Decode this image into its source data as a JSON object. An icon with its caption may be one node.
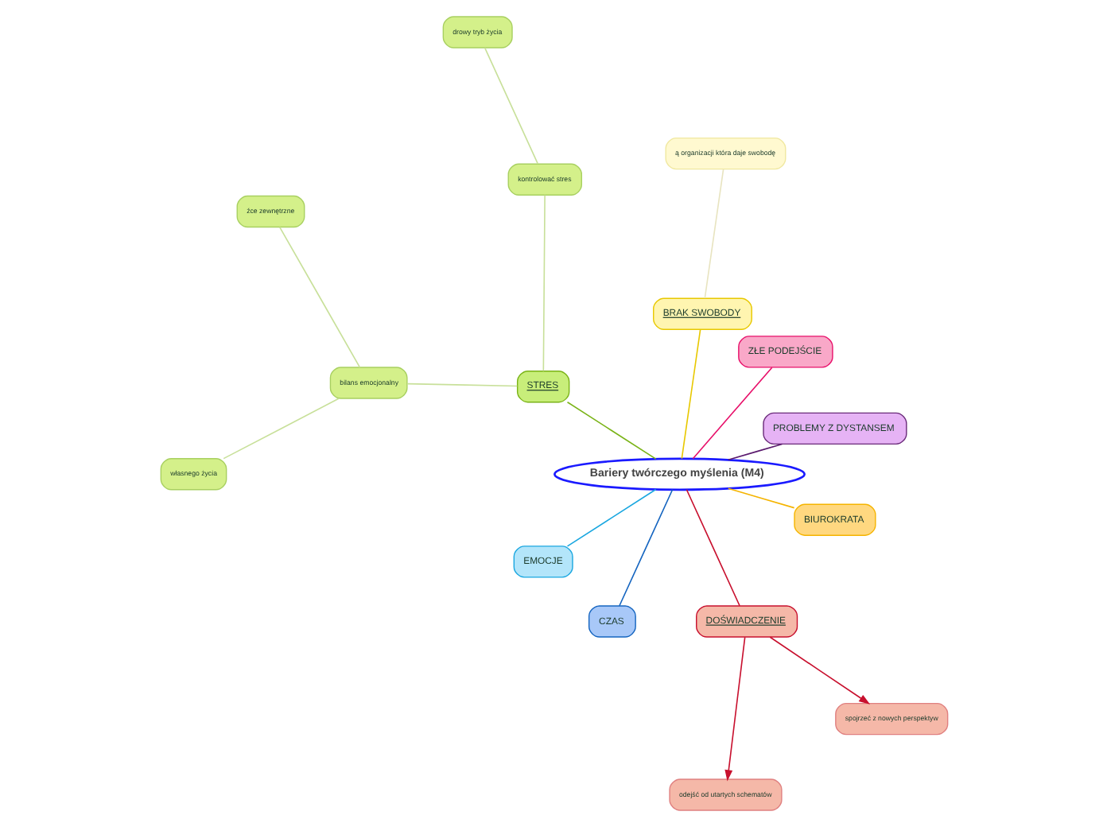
{
  "diagram": {
    "nodes": [
      {
        "text": [
          "Bariery twórczego myślenia (M4)"
        ]
      },
      {
        "text": [
          "PROBLEMY Z DYSTANSEM"
        ]
      },
      {
        "text": [
          "ZŁE PODEJŚCIE"
        ]
      },
      {
        "text": [
          "BRAK SWOBODY"
        ]
      },
      {
        "text": [
          "ą organizacji która daje swobodę"
        ]
      },
      {
        "text": [
          "STRES"
        ]
      },
      {
        "text": [
          "kontrolować stres"
        ]
      },
      {
        "text": [
          "drowy tryb życia"
        ]
      },
      {
        "text": [
          "bilans emocjonalny"
        ]
      },
      {
        "text": [
          "źce zewnętrzne"
        ]
      },
      {
        "text": [
          "własnego życia"
        ]
      },
      {
        "text": [
          "EMOCJE"
        ]
      },
      {
        "text": [
          "CZAS"
        ]
      },
      {
        "text": [
          "DOŚWIADCZENIE"
        ]
      },
      {
        "text": [
          "odejść od utartych schematów"
        ]
      },
      {
        "text": [
          "spojrzeć z nowych perspektyw"
        ]
      },
      {
        "text": [
          "BIUROKRATA"
        ]
      }
    ],
    "edges": [
      {
        "from": 0,
        "to": 1,
        "arrow": "none",
        "color": "#5b1a6e"
      },
      {
        "from": 0,
        "to": 2,
        "arrow": "none",
        "color": "#e8106a"
      },
      {
        "from": 0,
        "to": 3,
        "arrow": "none",
        "color": "#e8c800"
      },
      {
        "from": 3,
        "to": 4,
        "arrow": "none",
        "color": "#e8e4c0"
      },
      {
        "from": 0,
        "to": 5,
        "arrow": "none",
        "color": "#7ab317"
      },
      {
        "from": 5,
        "to": 6,
        "arrow": "none",
        "color": "#c8e09a"
      },
      {
        "from": 6,
        "to": 7,
        "arrow": "none",
        "color": "#c8e09a"
      },
      {
        "from": 5,
        "to": 8,
        "arrow": "none",
        "color": "#c8e09a"
      },
      {
        "from": 8,
        "to": 9,
        "arrow": "none",
        "color": "#c8e09a"
      },
      {
        "from": 8,
        "to": 10,
        "arrow": "none",
        "color": "#c8e09a"
      },
      {
        "from": 0,
        "to": 11,
        "arrow": "none",
        "color": "#1aa7e0"
      },
      {
        "from": 0,
        "to": 12,
        "arrow": "none",
        "color": "#1565c0"
      },
      {
        "from": 0,
        "to": 13,
        "arrow": "none",
        "color": "#c8102e"
      },
      {
        "from": 13,
        "to": 14,
        "arrow": "to",
        "color": "#c8102e"
      },
      {
        "from": 13,
        "to": 15,
        "arrow": "to",
        "color": "#c8102e"
      },
      {
        "from": 0,
        "to": 16,
        "arrow": "none",
        "color": "#f5b400"
      }
    ]
  }
}
